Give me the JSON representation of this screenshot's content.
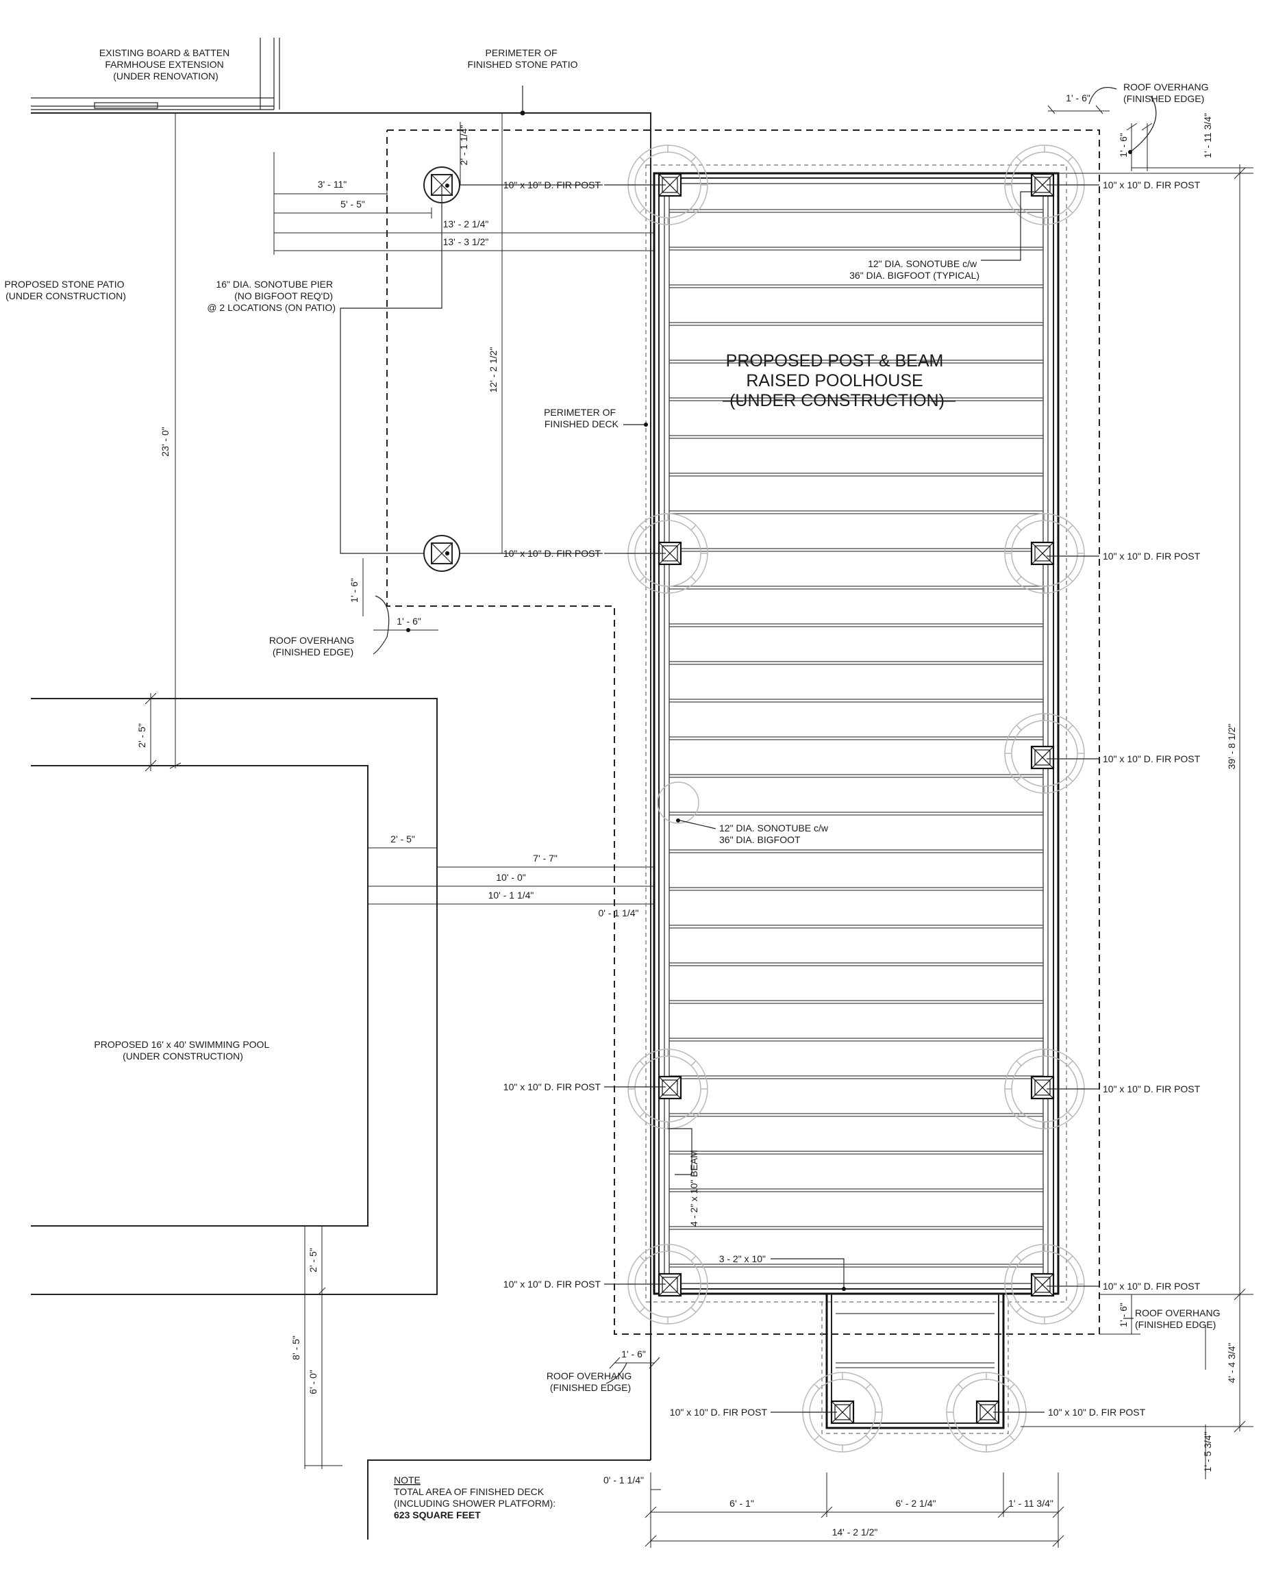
{
  "labels": {
    "existing_farmhouse": [
      "EXISTING BOARD & BATTEN",
      "FARMHOUSE EXTENSION",
      "(UNDER RENOVATION)"
    ],
    "perimeter_patio": [
      "PERIMETER OF",
      "FINISHED STONE PATIO"
    ],
    "roof_overhang_top": [
      "ROOF OVERHANG",
      "(FINISHED EDGE)"
    ],
    "proposed_stone_patio": [
      "PROPOSED STONE PATIO",
      "(UNDER CONSTRUCTION)"
    ],
    "sonotube_pier_16": [
      "16\" DIA. SONOTUBE PIER",
      "(NO BIGFOOT REQ'D)",
      "@ 2 LOCATIONS (ON PATIO)"
    ],
    "sonotube_12_typical": [
      "12\" DIA. SONOTUBE c/w",
      "36\" DIA. BIGFOOT  (TYPICAL)"
    ],
    "poolhouse_title": [
      "PROPOSED POST & BEAM",
      "RAISED POOLHOUSE",
      "(UNDER CONSTRUCTION)"
    ],
    "perimeter_deck": [
      "PERIMETER OF",
      "FINISHED DECK"
    ],
    "roof_overhang_left": [
      "ROOF OVERHANG",
      "(FINISHED EDGE)"
    ],
    "sonotube_12_mid": [
      "12\" DIA. SONOTUBE c/w",
      "36\" DIA. BIGFOOT"
    ],
    "pool": [
      "PROPOSED 16' x 40' SWIMMING POOL",
      "(UNDER CONSTRUCTION)"
    ],
    "beam": "4 - 2\" x 10\" BEAM",
    "joist": "3 - 2\" x 10\"",
    "roof_overhang_right": [
      "ROOF OVERHANG",
      "(FINISHED EDGE)"
    ],
    "roof_overhang_bottom": [
      "ROOF OVERHANG",
      "(FINISHED EDGE)"
    ],
    "post": "10\" x 10\" D. FIR POST",
    "note": {
      "heading": "NOTE",
      "lines": [
        "TOTAL AREA OF FINISHED DECK",
        "(INCLUDING SHOWER PLATFORM):"
      ],
      "area": "623 SQUARE FEET"
    }
  },
  "dimensions": {
    "overhang_1_6": "1' - 6\"",
    "d_1_11_3_4": "1' - 11 3/4\"",
    "d_2_1_1_4": "2' - 1 1/4\"",
    "d_3_11": "3' - 11\"",
    "d_5_5": "5' - 5\"",
    "d_13_2_1_4": "13' - 2 1/4\"",
    "d_13_3_1_2": "13' - 3 1/2\"",
    "d_12_2_1_2": "12' - 2 1/2\"",
    "d_23_0": "23' - 0\"",
    "d_2_5": "2' - 5\"",
    "d_7_7": "7' - 7\"",
    "d_10_0": "10' - 0\"",
    "d_10_1_1_4": "10' - 1 1/4\"",
    "d_0_1_1_4": "0' - 1 1/4\"",
    "d_39_8_1_2": "39' - 8 1/2\"",
    "d_8_5": "8' - 5\"",
    "d_6_0": "6' - 0\"",
    "d_4_4_3_4": "4' - 4 3/4\"",
    "d_1_5_3_4": "1' - 5 3/4\"",
    "d_6_1": "6' - 1\"",
    "d_6_2_1_4": "6' - 2 1/4\"",
    "d_14_2_1_2": "14' - 2 1/2\""
  }
}
